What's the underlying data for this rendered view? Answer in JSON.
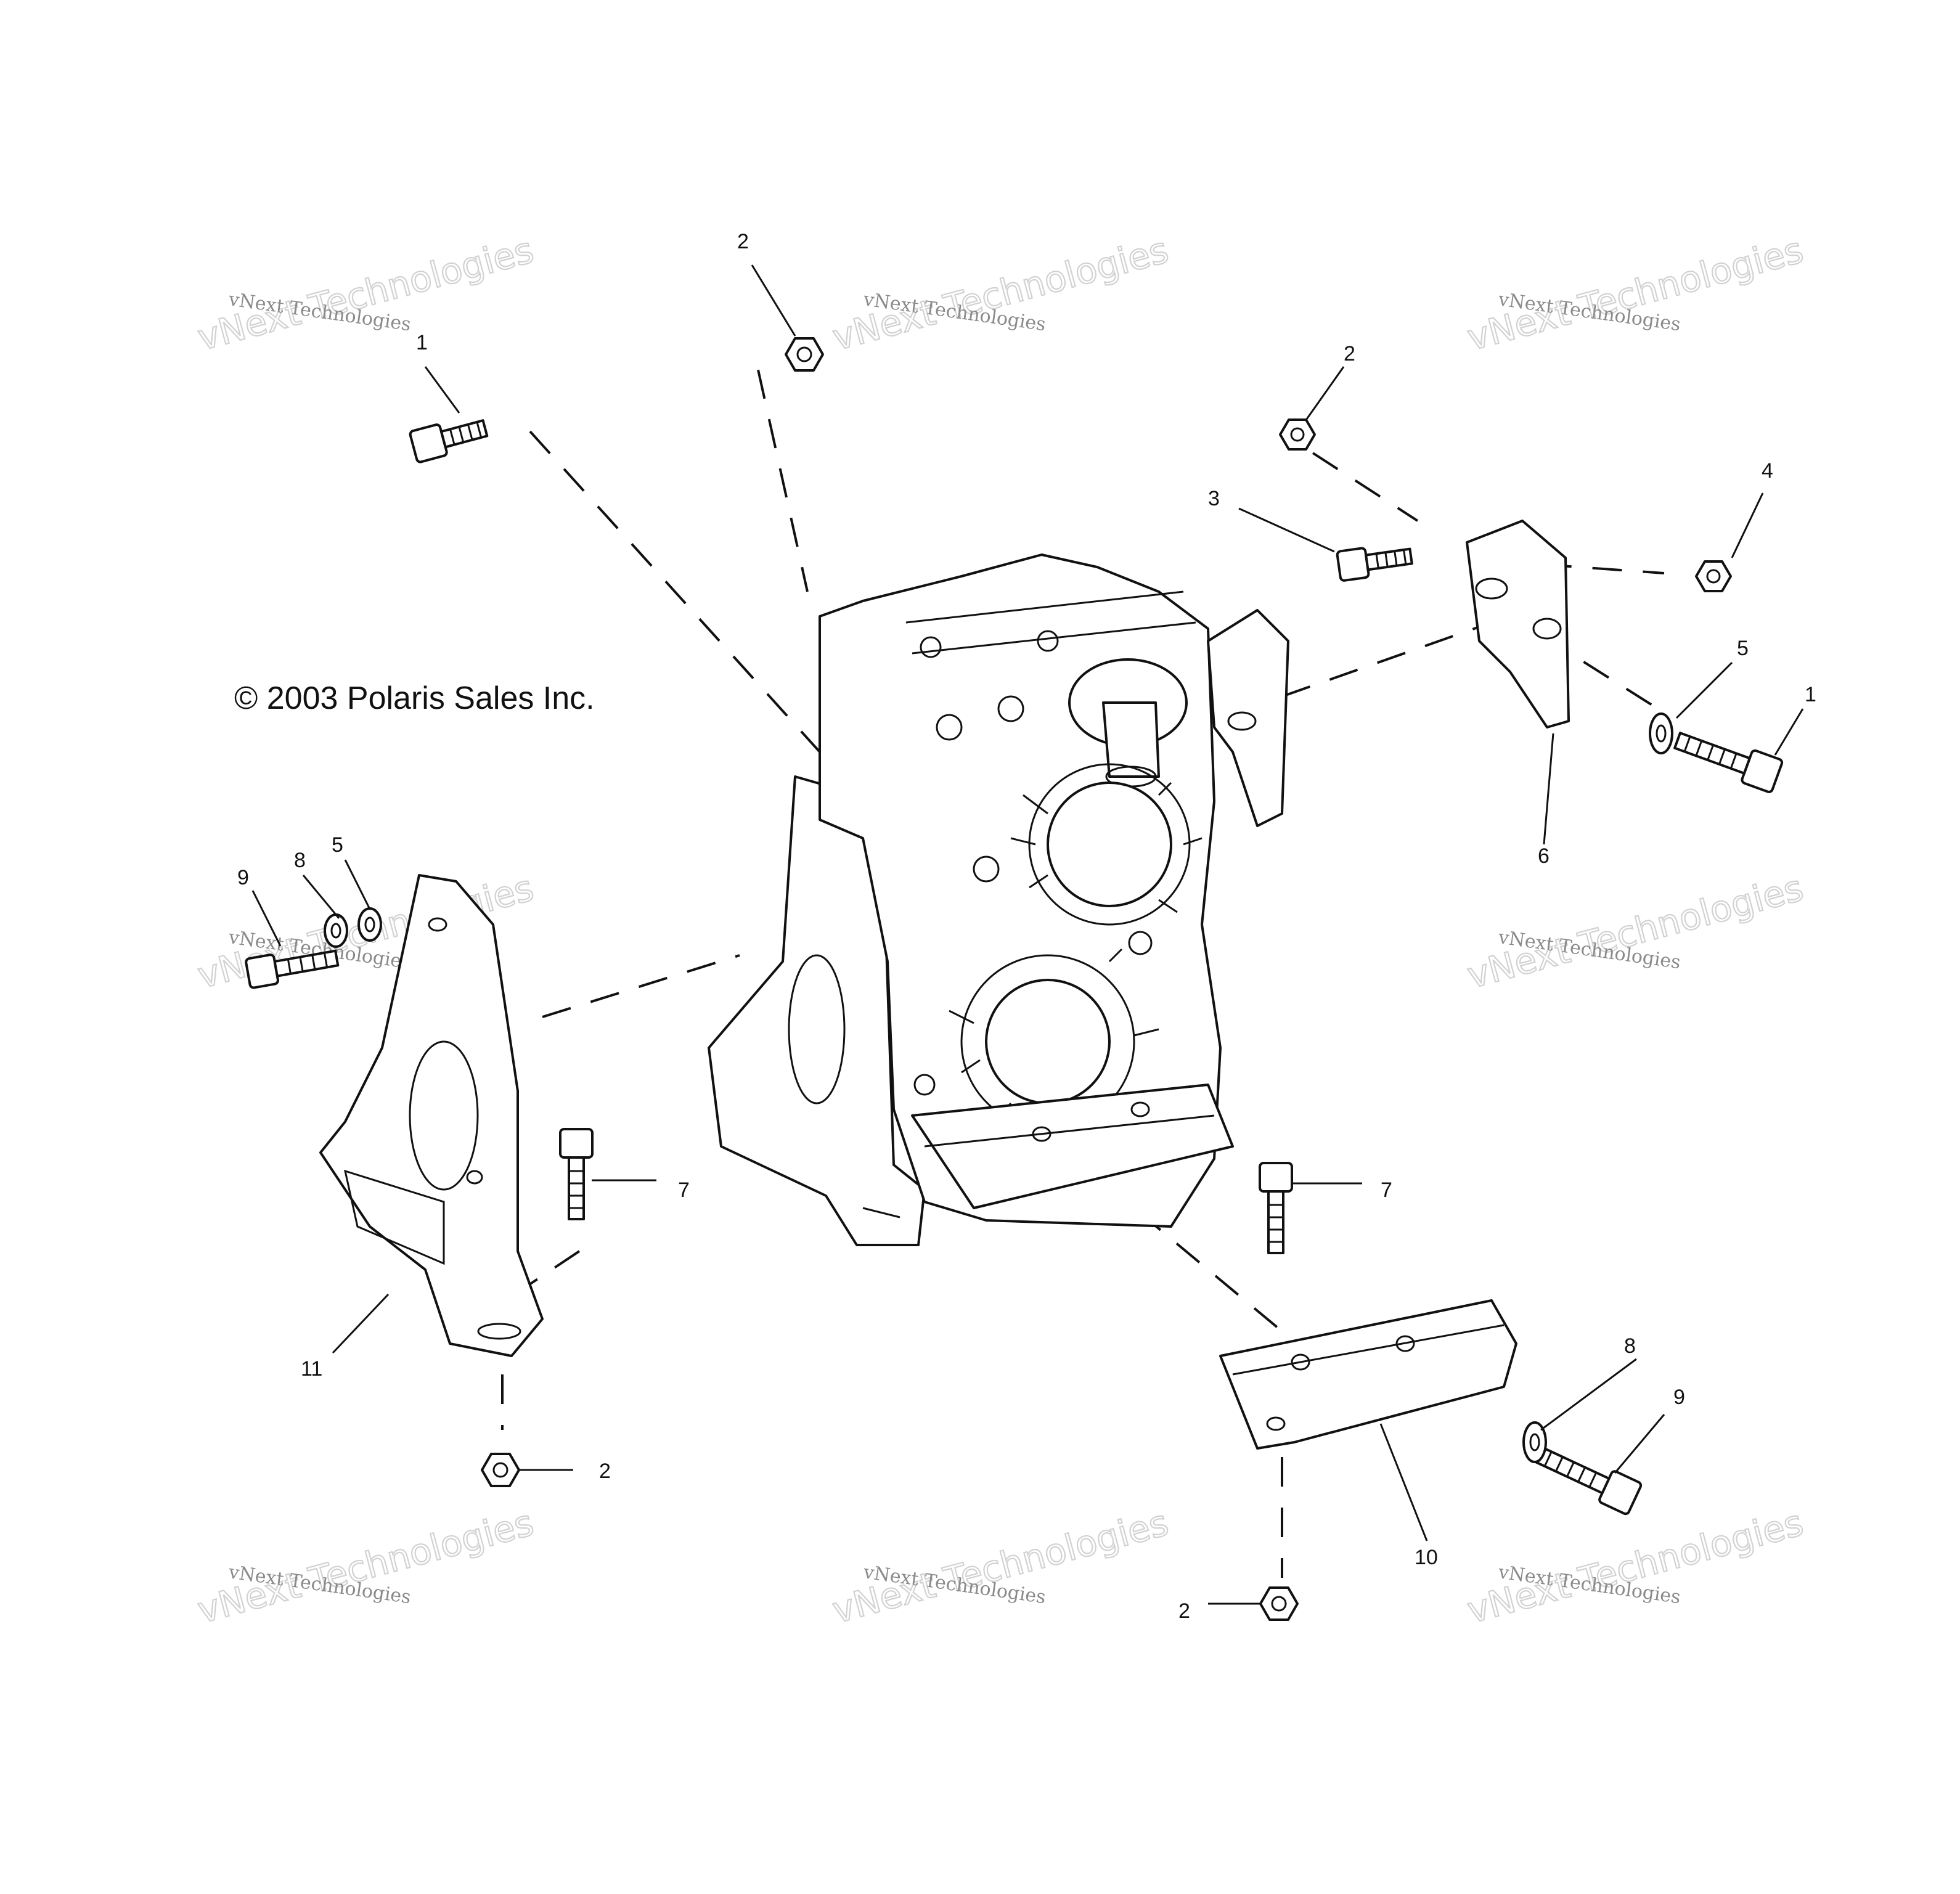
{
  "copyright": "© 2003 Polaris Sales Inc.",
  "watermark": {
    "line1": "vNext Technologies",
    "line2": "vNext Technologies"
  },
  "callouts": [
    {
      "id": "c1a",
      "label": "1"
    },
    {
      "id": "c2a",
      "label": "2"
    },
    {
      "id": "c2b",
      "label": "2"
    },
    {
      "id": "c3",
      "label": "3"
    },
    {
      "id": "c4",
      "label": "4"
    },
    {
      "id": "c5a",
      "label": "5"
    },
    {
      "id": "c1b",
      "label": "1"
    },
    {
      "id": "c6",
      "label": "6"
    },
    {
      "id": "c9a",
      "label": "9"
    },
    {
      "id": "c8a",
      "label": "8"
    },
    {
      "id": "c5b",
      "label": "5"
    },
    {
      "id": "c7a",
      "label": "7"
    },
    {
      "id": "c7b",
      "label": "7"
    },
    {
      "id": "c11",
      "label": "11"
    },
    {
      "id": "c2c",
      "label": "2"
    },
    {
      "id": "c8b",
      "label": "8"
    },
    {
      "id": "c9b",
      "label": "9"
    },
    {
      "id": "c10",
      "label": "10"
    },
    {
      "id": "c2d",
      "label": "2"
    }
  ],
  "colors": {
    "ink": "#111111",
    "watermark_text": "#8a8a8a",
    "watermark_outline": "#d2d2d2",
    "background": "#ffffff"
  }
}
